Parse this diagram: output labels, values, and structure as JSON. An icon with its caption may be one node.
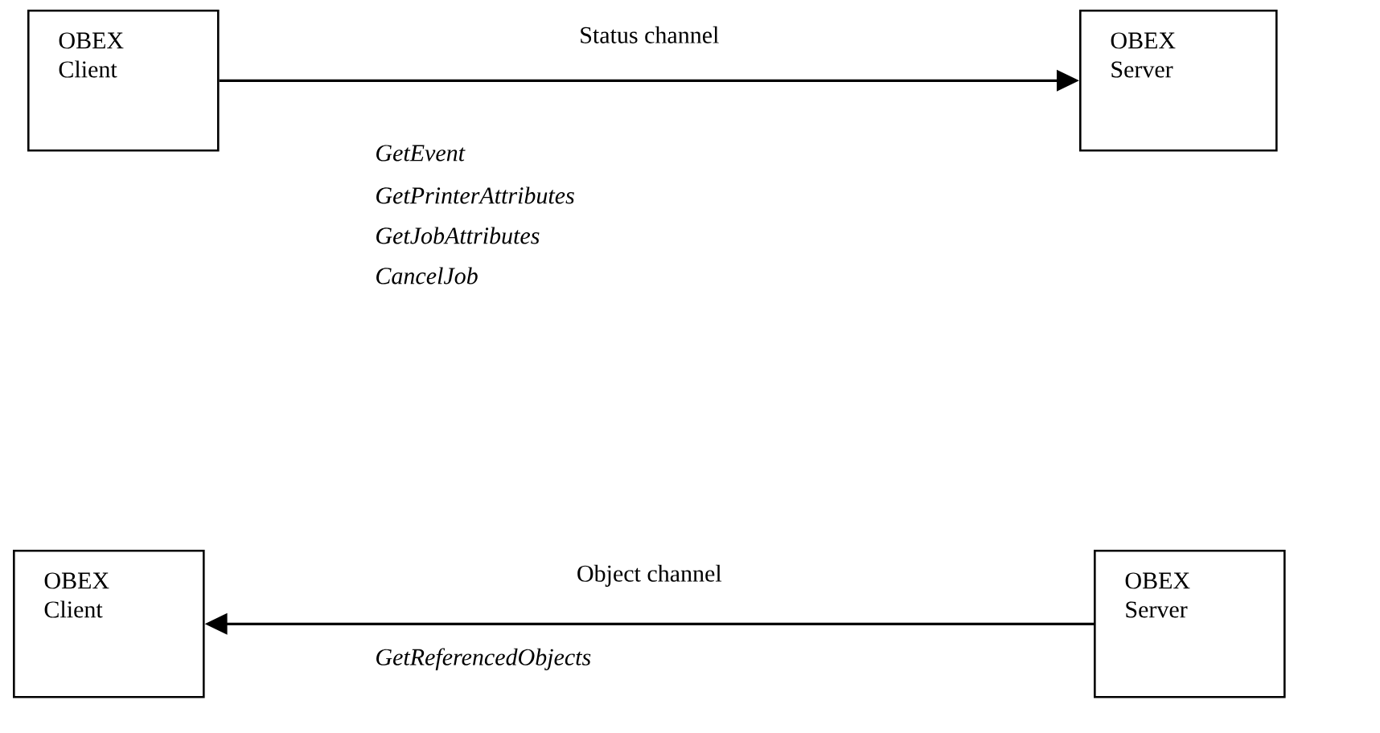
{
  "diagram": {
    "nodes": [
      {
        "text": [
          "OBEX Client"
        ]
      },
      {
        "text": [
          "OBEX Server"
        ]
      },
      {
        "text": [
          "OBEX Client"
        ]
      },
      {
        "text": [
          "OBEX Server"
        ]
      }
    ],
    "edges": [
      {
        "from": 0,
        "to": 1,
        "arrow": "to",
        "label": "Status channel"
      },
      {
        "from": 3,
        "to": 2,
        "arrow": "to",
        "label": "Object channel"
      }
    ],
    "labels": [
      "GetEvent",
      "GetPrinterAttributes",
      "GetJobAttributes",
      "CancelJob",
      "GetReferencedObjects"
    ]
  }
}
